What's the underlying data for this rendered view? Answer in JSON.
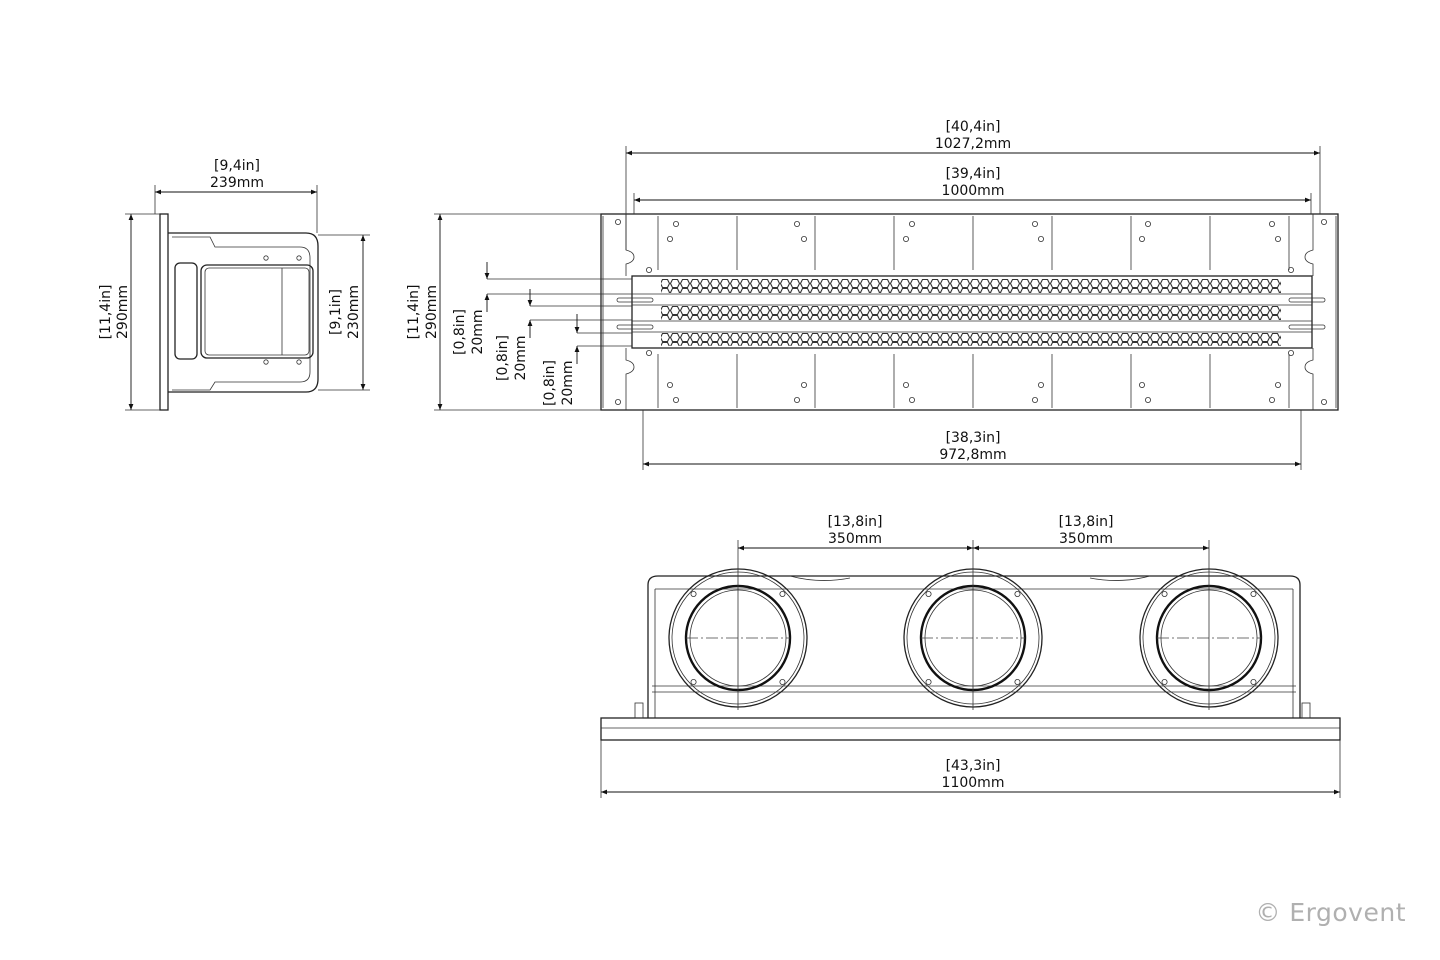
{
  "side_view": {
    "width_in": "[9,4in]",
    "width_mm": "239mm",
    "height_in": "[11,4in]",
    "height_mm": "290mm",
    "inner_in": "[9,1in]",
    "inner_mm": "230mm"
  },
  "top_view": {
    "overall_in": "[40,4in]",
    "overall_mm": "1027,2mm",
    "length_in": "[39,4in]",
    "length_mm": "1000mm",
    "bottom_in": "[38,3in]",
    "bottom_mm": "972,8mm",
    "height_in": "[11,4in]",
    "height_mm": "290mm",
    "slots": [
      {
        "in": "[0,8in]",
        "mm": "20mm"
      },
      {
        "in": "[0,8in]",
        "mm": "20mm"
      },
      {
        "in": "[0,8in]",
        "mm": "20mm"
      }
    ]
  },
  "front_view": {
    "spacing": [
      {
        "in": "[13,8in]",
        "mm": "350mm"
      },
      {
        "in": "[13,8in]",
        "mm": "350mm"
      }
    ],
    "overall_in": "[43,3in]",
    "overall_mm": "1100mm"
  },
  "copyright": "© Ergovent"
}
